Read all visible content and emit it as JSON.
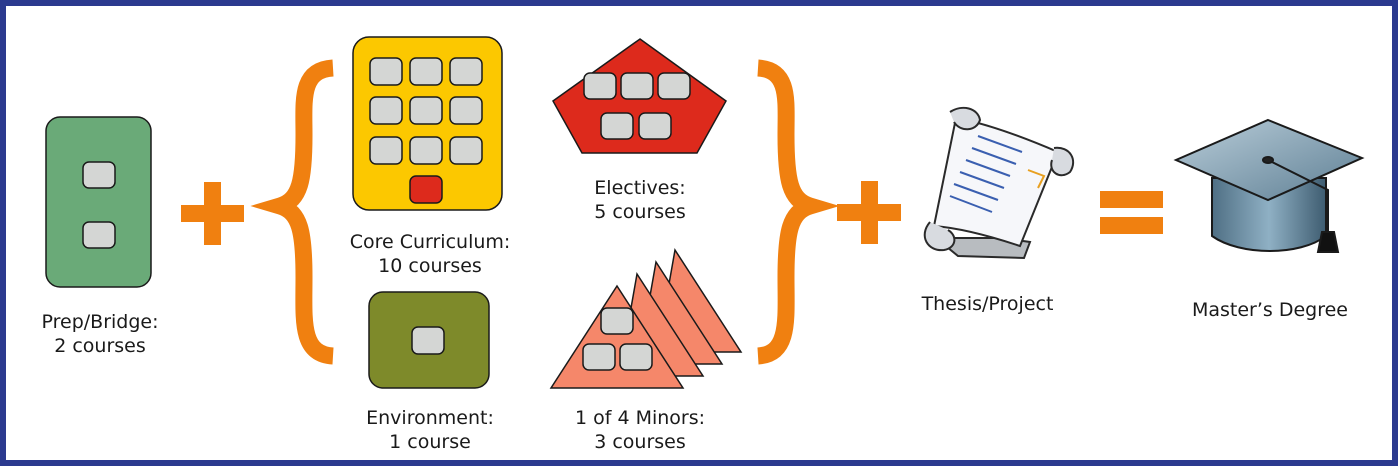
{
  "colors": {
    "border": "#2b3a8f",
    "operator": "#f08010",
    "prep_bridge": "#6aaa78",
    "core": "#fcc800",
    "electives": "#dd2a1c",
    "environment": "#7e8a2a",
    "minors": "#f5876a",
    "course_slot": "#d4d6d4"
  },
  "icons": {
    "thesis": "scroll-icon",
    "degree": "graduation-cap-icon"
  },
  "components": {
    "prep_bridge": {
      "title": "Prep/Bridge:",
      "count": "2 courses"
    },
    "core": {
      "title": "Core Curriculum:",
      "count": "10 courses"
    },
    "electives": {
      "title": "Electives:",
      "count": "5 courses"
    },
    "environment": {
      "title": "Environment:",
      "count": "1 course"
    },
    "minors": {
      "title": "1 of 4 Minors:",
      "count": "3 courses"
    },
    "thesis": {
      "title": "Thesis/Project"
    },
    "degree": {
      "title": "Master’s Degree"
    }
  }
}
